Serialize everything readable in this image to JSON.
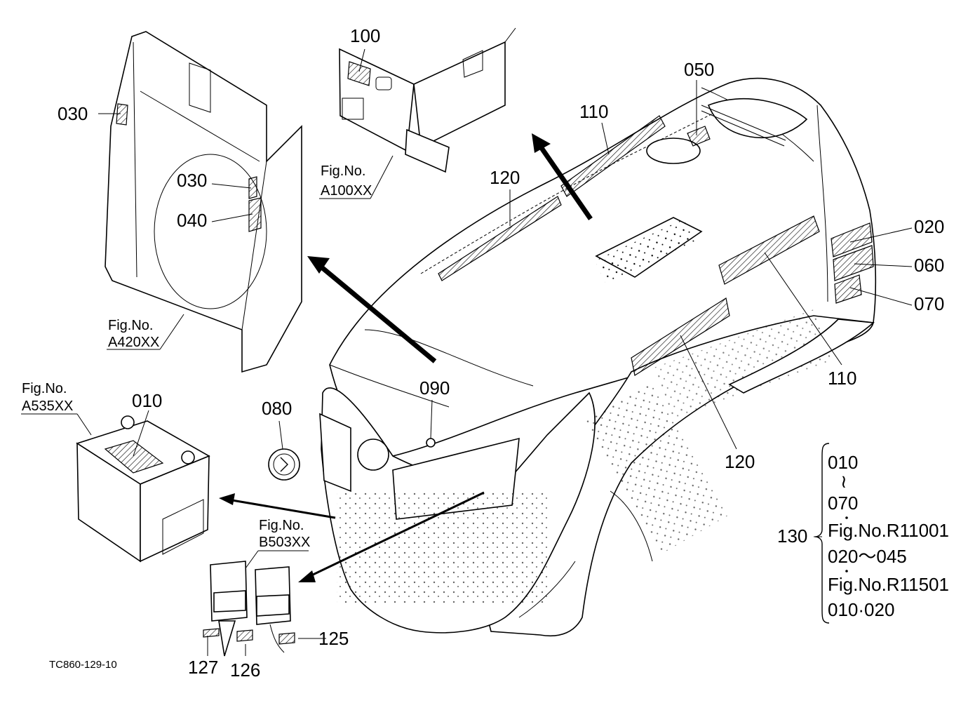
{
  "drawing_code": "TC860-129-10",
  "parts": {
    "p010": "010",
    "p020": "020",
    "p030a": "030",
    "p030b": "030",
    "p040": "040",
    "p050": "050",
    "p060": "060",
    "p070": "070",
    "p080": "080",
    "p090": "090",
    "p100": "100",
    "p110a": "110",
    "p110b": "110",
    "p120a": "120",
    "p120b": "120",
    "p125": "125",
    "p126": "126",
    "p127": "127",
    "p130": "130"
  },
  "figure_refs": {
    "a100": {
      "prefix": "Fig.No.",
      "code": "A100XX"
    },
    "a420": {
      "prefix": "Fig.No.",
      "code": "A420XX"
    },
    "a535": {
      "prefix": "Fig.No.",
      "code": "A535XX"
    },
    "b503": {
      "prefix": "Fig.No.",
      "code": "B503XX"
    }
  },
  "set_contents": {
    "range_start": "010",
    "range_sep": "≀",
    "range_end": "070",
    "ref1": "Fig.No.R11001",
    "ref1_range": "020～045",
    "ref2": "Fig.No.R11501",
    "ref2_range": "010·020"
  }
}
